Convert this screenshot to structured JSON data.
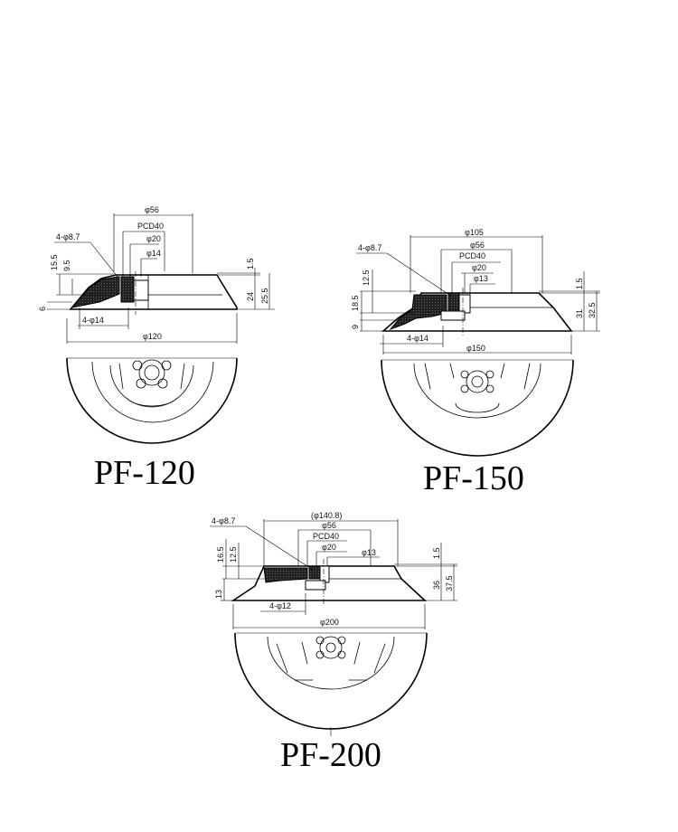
{
  "pf120": {
    "title": "PF-120",
    "dims": {
      "phi56": "φ56",
      "pcd40": "PCD40",
      "phi20": "φ20",
      "phi14": "φ14",
      "holes": "4-φ8.7",
      "d155": "15.5",
      "d95": "9.5",
      "d6": "6",
      "d15": "1.5",
      "d24": "24",
      "d255": "25.5",
      "holes14": "4-φ14",
      "phi120": "φ120"
    }
  },
  "pf150": {
    "title": "PF-150",
    "dims": {
      "phi105": "φ105",
      "phi56": "φ56",
      "pcd40": "PCD40",
      "phi20": "φ20",
      "phi13": "φ13",
      "holes": "4-φ8.7",
      "d125": "12.5",
      "d185": "18.5",
      "d9": "9",
      "d15": "1.5",
      "d31": "31",
      "d325": "32.5",
      "holes14": "4-φ14",
      "phi150": "φ150"
    }
  },
  "pf200": {
    "title": "PF-200",
    "dims": {
      "phi1408": "(φ140.8)",
      "phi56": "φ56",
      "pcd40": "PCD40",
      "phi20": "φ20",
      "phi13": "φ13",
      "holes": "4-φ8.7",
      "d165": "16.5",
      "d125": "12.5",
      "d13": "13",
      "d15": "1.5",
      "d36": "36",
      "d375": "37.5",
      "holes12": "4-φ12",
      "phi200": "φ200"
    }
  }
}
